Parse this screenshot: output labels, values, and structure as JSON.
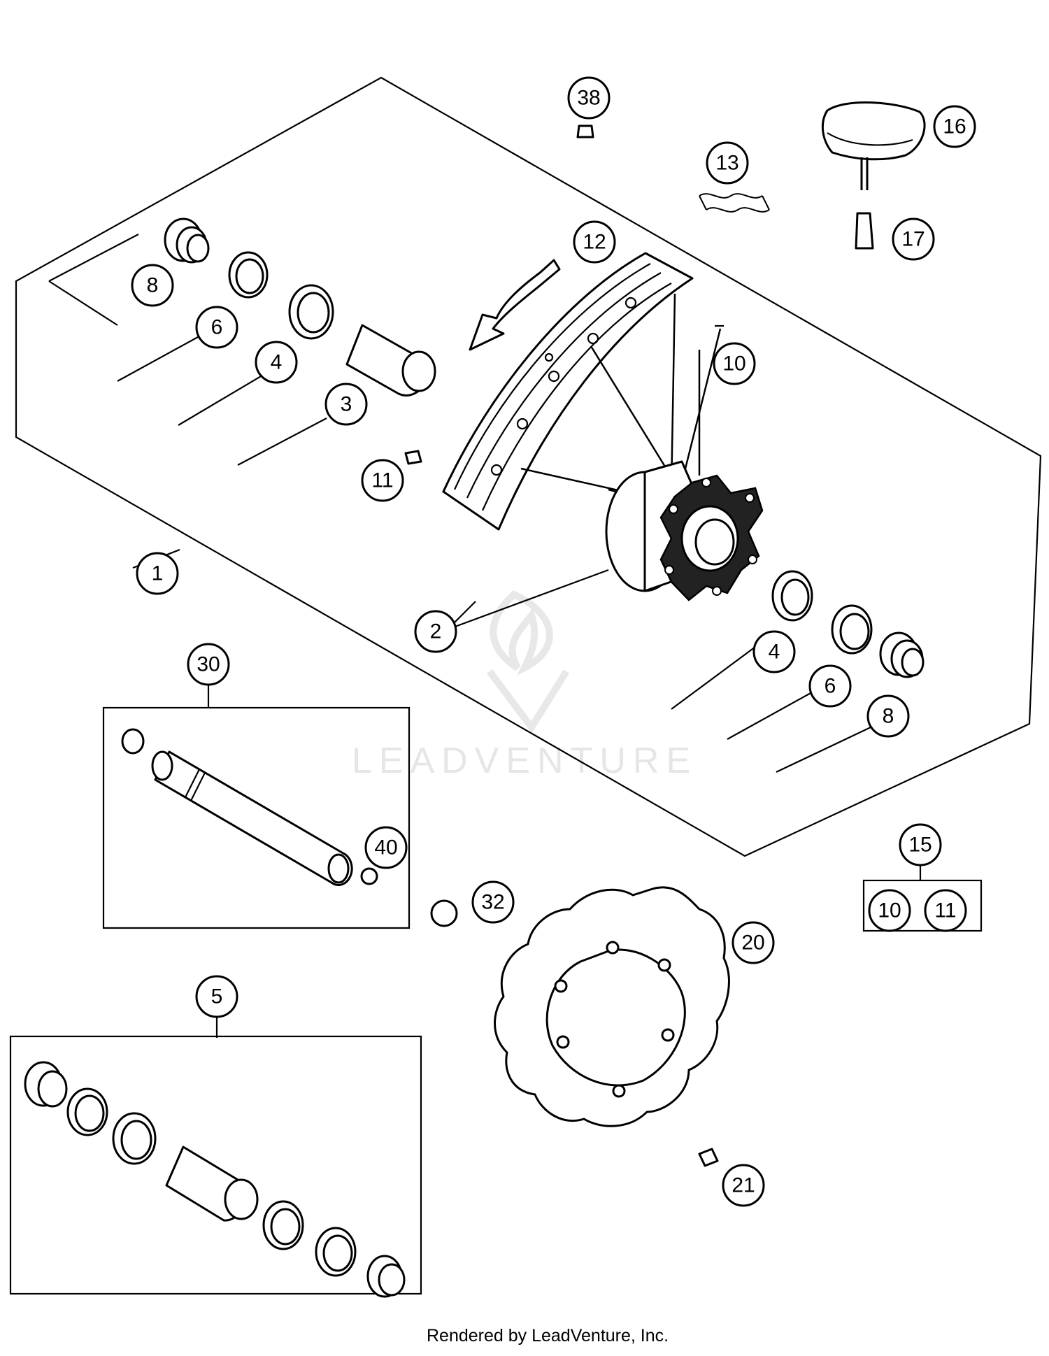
{
  "callouts": [
    "1",
    "2",
    "3",
    "4",
    "5",
    "6",
    "8",
    "10",
    "11",
    "12",
    "13",
    "15",
    "16",
    "17",
    "20",
    "21",
    "30",
    "32",
    "38",
    "40"
  ],
  "watermark": "LEADVENTURE",
  "footer": "Rendered by LeadVenture, Inc."
}
